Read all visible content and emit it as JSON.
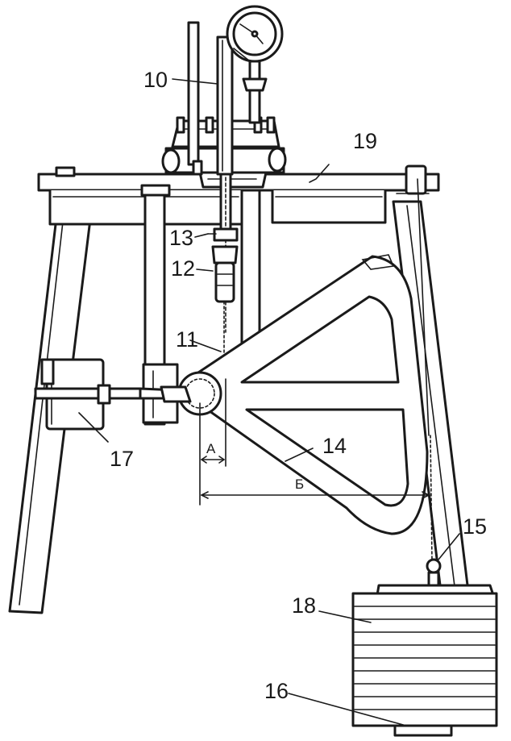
{
  "labels": {
    "l10": "10",
    "l11": "11",
    "l12": "12",
    "l13": "13",
    "l14": "14",
    "l15": "15",
    "l16": "16",
    "l17": "17",
    "l18": "18",
    "l19": "19"
  },
  "dimensions": {
    "a": "А",
    "b": "Б"
  },
  "colors": {
    "ink": "#1a1a1a",
    "paper": "#ffffff"
  }
}
